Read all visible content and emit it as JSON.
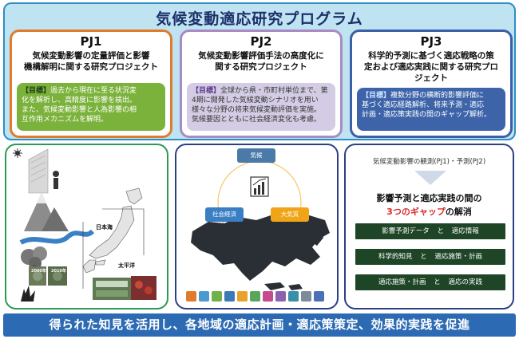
{
  "title": "気候変動適応研究プログラム",
  "projects": [
    {
      "id": "PJ1",
      "subtitle_line1": "気候変動影響の定量評価と影響",
      "subtitle_line2": "機構解明に関する研究プロジェクト",
      "goal_tag": "【目標】",
      "goal_line1": "過去から現在に至る状況変",
      "goal_line2": "化を解析し、高精度に影響を検出。",
      "goal_line3": "また、気候変動影響と人為影響の相",
      "goal_line4": "互作用メカニズムを解明。"
    },
    {
      "id": "PJ2",
      "subtitle_line1": "気候変動影響評価手法の高度化に",
      "subtitle_line2": "関する研究プロジェクト",
      "goal_tag": "【目標】",
      "goal_line1": "全球から県・市町村単位まで、第",
      "goal_line2": "4期に開発した気候変動シナリオを用い",
      "goal_line3": "様々な分野の将来気候変動評価を実施。",
      "goal_line4": "気候要因とともに社会経済変化も考慮。"
    },
    {
      "id": "PJ3",
      "subtitle_line1": "科学的予測に基づく適応戦略の策",
      "subtitle_line2": "定および適応実践に関する研究プロ",
      "subtitle_line3": "ジェクト",
      "goal_tag": "【目標】",
      "goal_line1": "複数分野の横断的影響評価に",
      "goal_line2": "基づく適応経路解析、将来予測・適応",
      "goal_line3": "計画・適応策実践の間のギャップ解析。"
    }
  ],
  "left_panel": {
    "label_sea_japan": "日本海",
    "label_pacific": "太平洋",
    "label_photo1": "2000年",
    "label_photo2": "2010年"
  },
  "middle_panel": {
    "node_climate": "気候",
    "node_socio": "社会経済",
    "node_air": "大気質",
    "colors": {
      "climate": "#4a7aa8",
      "socio": "#3a7fc4",
      "air": "#f0a417"
    }
  },
  "right_panel": {
    "observation": "気候変動影響の観測(PJ1)・予測(PJ2)",
    "heading1": "影響予測と適応実践の間の",
    "heading2_highlight": "3つのギャップ",
    "heading2_rest": "の解消",
    "gaps": [
      {
        "left": "影響予測データ",
        "conj": "と",
        "right": "適応情報"
      },
      {
        "left": "科学的知見",
        "conj": "と",
        "right": "適応施策・計画"
      },
      {
        "left": "適応施策・計画",
        "conj": "と",
        "right": "適応の実践"
      }
    ]
  },
  "footer": "得られた知見を活用し、各地域の適応計画・適応策策定、効果的実践を促進"
}
